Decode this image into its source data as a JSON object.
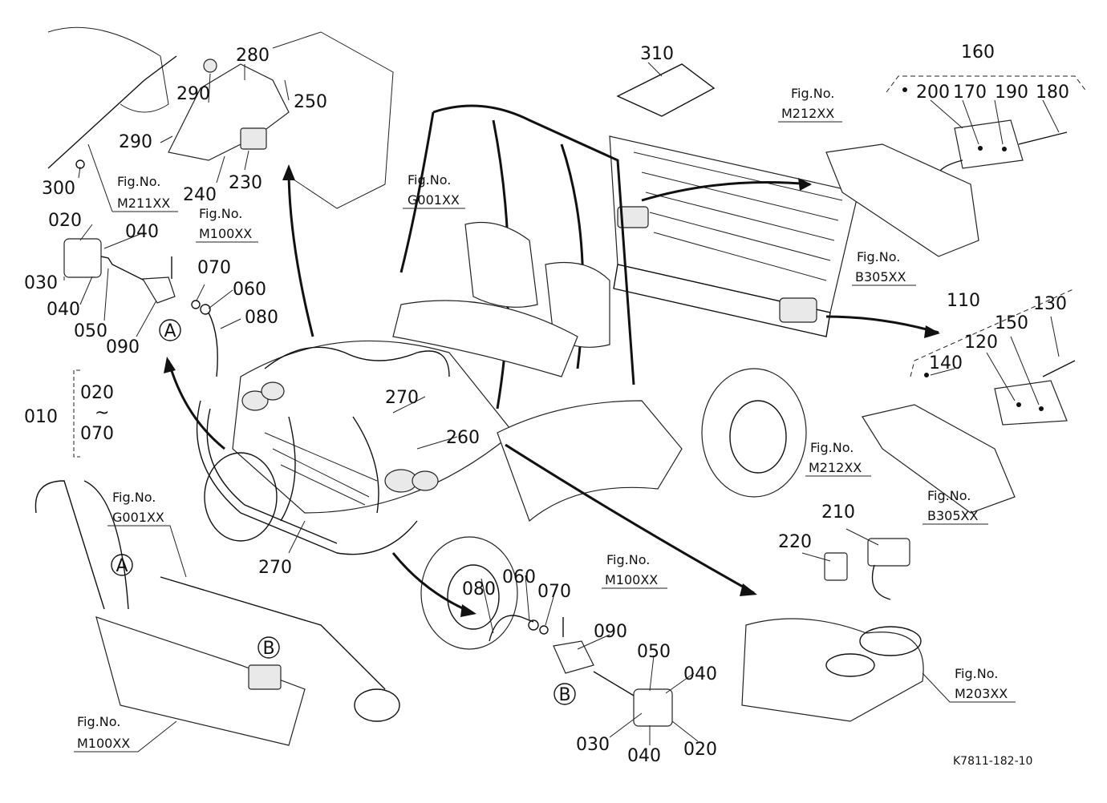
{
  "diagram": {
    "part_labels": {
      "p310": "310",
      "p160": "160",
      "p200": "200",
      "p170": "170",
      "p190": "190",
      "p180": "180",
      "p280": "280",
      "p290a": "290",
      "p290b": "290",
      "p250": "250",
      "p240": "240",
      "p230": "230",
      "p300": "300",
      "p020a": "020",
      "p040a": "040",
      "p030a": "030",
      "p040b": "040",
      "p050a": "050",
      "p090a": "090",
      "p070a": "070",
      "p060a": "060",
      "p080a": "080",
      "p010": "010",
      "p020r": "020",
      "p070r": "070",
      "tilde": "~",
      "p270a": "270",
      "p260": "260",
      "p270b": "270",
      "p110": "110",
      "p130": "130",
      "p150": "150",
      "p120": "120",
      "p140": "140",
      "p210": "210",
      "p220": "220",
      "p080b": "080",
      "p060b": "060",
      "p070b": "070",
      "p090b": "090",
      "p050b": "050",
      "p040c": "040",
      "p030b": "030",
      "p040d": "040",
      "p020b": "020"
    },
    "callouts": {
      "A1": "A",
      "A2": "A",
      "B1": "B",
      "B2": "B"
    },
    "fig_refs": {
      "m211": {
        "label": "Fig.No.",
        "code": "M211XX"
      },
      "m100a": {
        "label": "Fig.No.",
        "code": "M100XX"
      },
      "g001a": {
        "label": "Fig.No.",
        "code": "G001XX"
      },
      "m212a": {
        "label": "Fig.No.",
        "code": "M212XX"
      },
      "b305a": {
        "label": "Fig.No.",
        "code": "B305XX"
      },
      "m212b": {
        "label": "Fig.No.",
        "code": "M212XX"
      },
      "b305b": {
        "label": "Fig.No.",
        "code": "B305XX"
      },
      "g001b": {
        "label": "Fig.No.",
        "code": "G001XX"
      },
      "m100b": {
        "label": "Fig.No.",
        "code": "M100XX"
      },
      "m100c": {
        "label": "Fig.No.",
        "code": "M100XX"
      },
      "m203": {
        "label": "Fig.No.",
        "code": "M203XX"
      }
    },
    "drawing_id": "K7811-182-10"
  }
}
